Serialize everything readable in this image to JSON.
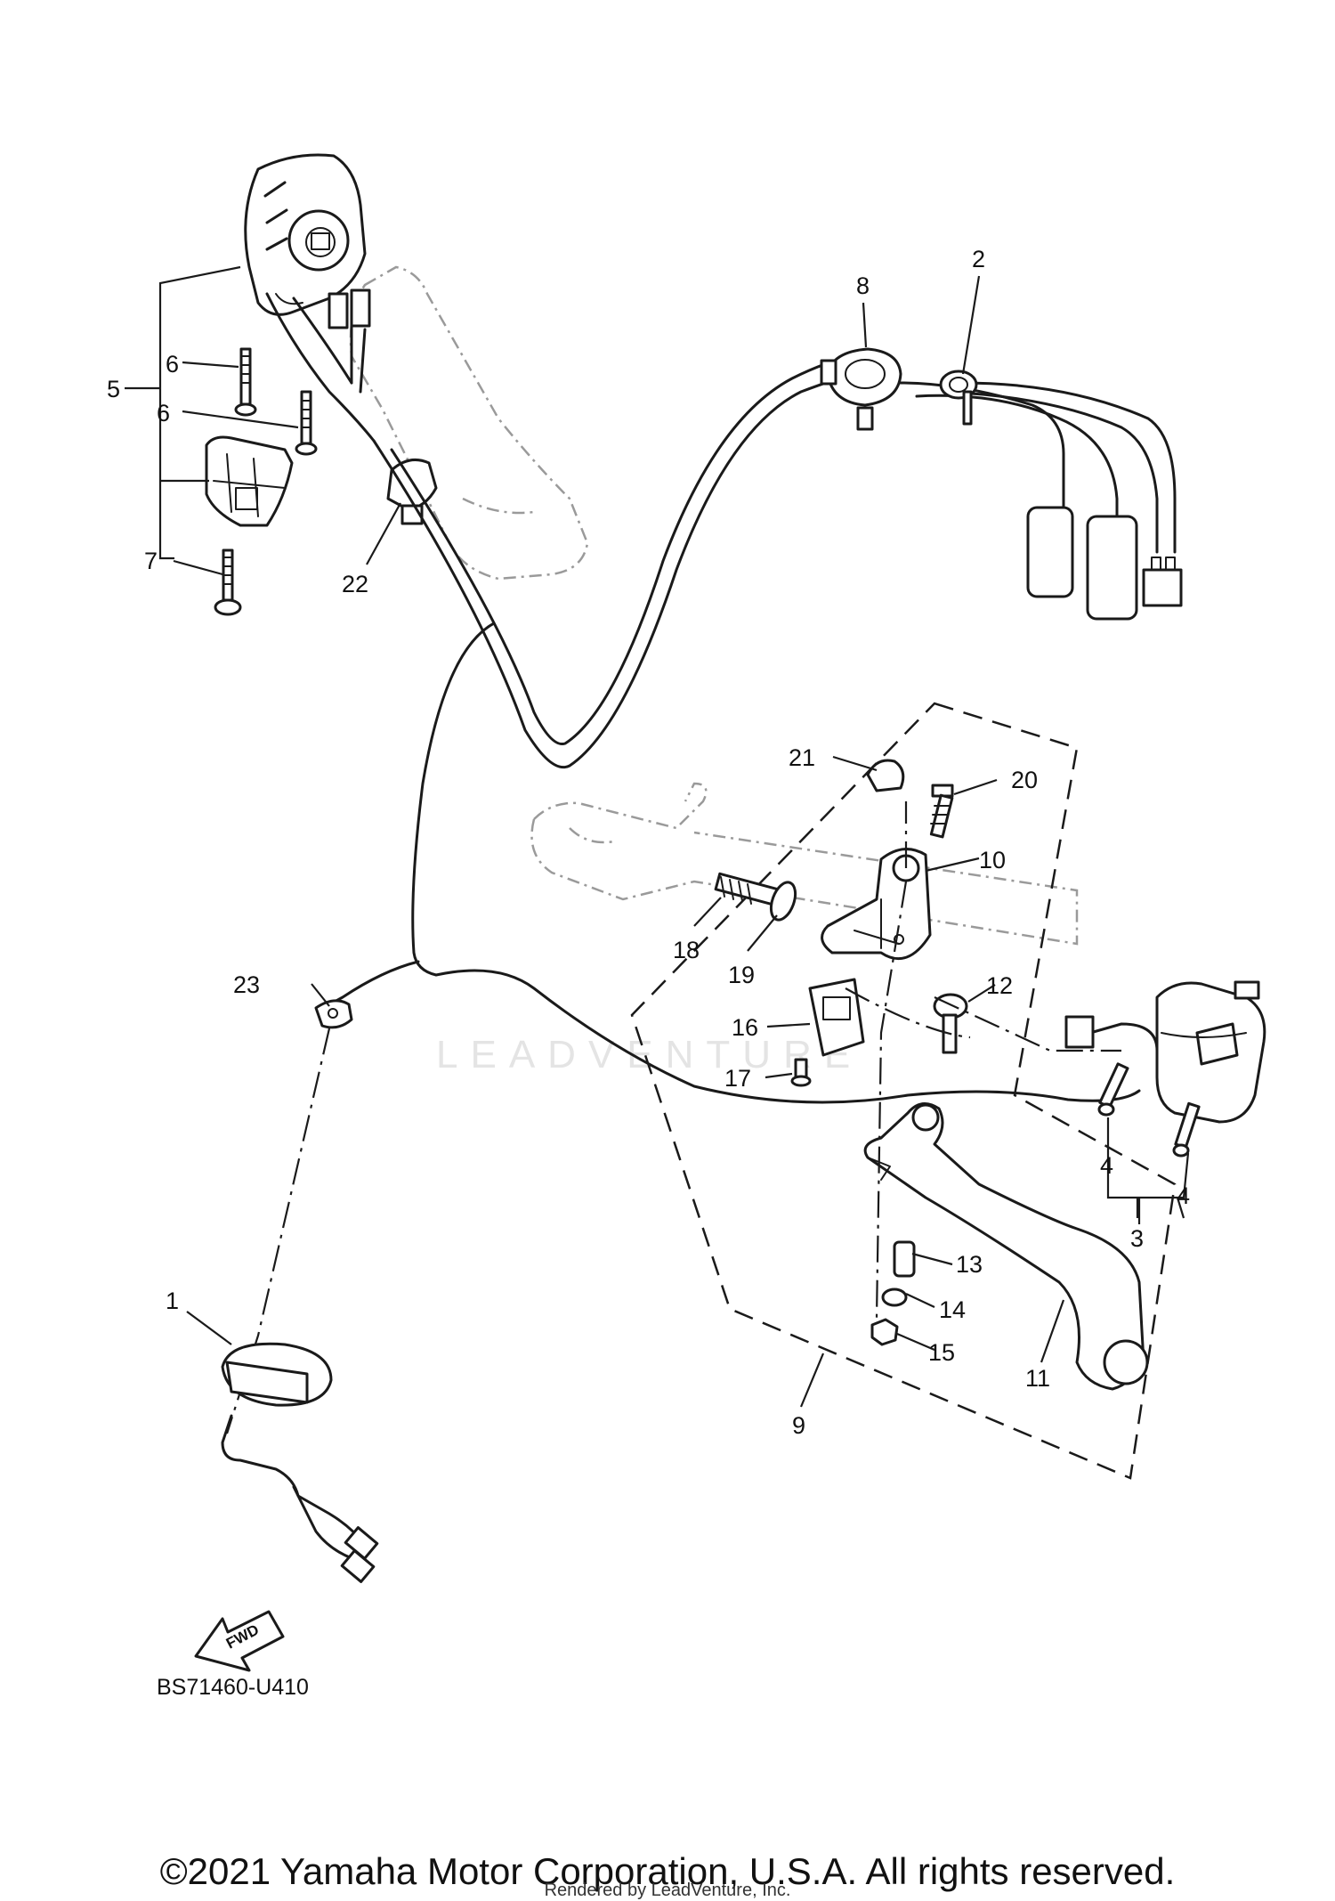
{
  "diagram": {
    "diagram_code": "BS71460-U410",
    "fwd_label": "FWD",
    "watermark_text": "LEADVENTURE",
    "callouts": [
      {
        "id": "c1",
        "text": "1"
      },
      {
        "id": "c2",
        "text": "2"
      },
      {
        "id": "c3",
        "text": "3"
      },
      {
        "id": "c4a",
        "text": "4"
      },
      {
        "id": "c4b",
        "text": "4"
      },
      {
        "id": "c5",
        "text": "5"
      },
      {
        "id": "c6a",
        "text": "6"
      },
      {
        "id": "c6b",
        "text": "6"
      },
      {
        "id": "c7",
        "text": "7"
      },
      {
        "id": "c8",
        "text": "8"
      },
      {
        "id": "c9",
        "text": "9"
      },
      {
        "id": "c10",
        "text": "10"
      },
      {
        "id": "c11",
        "text": "11"
      },
      {
        "id": "c12",
        "text": "12"
      },
      {
        "id": "c13",
        "text": "13"
      },
      {
        "id": "c14",
        "text": "14"
      },
      {
        "id": "c15",
        "text": "15"
      },
      {
        "id": "c16",
        "text": "16"
      },
      {
        "id": "c17",
        "text": "17"
      },
      {
        "id": "c18",
        "text": "18"
      },
      {
        "id": "c19",
        "text": "19"
      },
      {
        "id": "c20",
        "text": "20"
      },
      {
        "id": "c21",
        "text": "21"
      },
      {
        "id": "c22",
        "text": "22"
      },
      {
        "id": "c23",
        "text": "23"
      }
    ]
  },
  "footer": {
    "copyright": "©2021 Yamaha Motor Corporation, U.S.A. All rights reserved.",
    "rendered_by": "Rendered by LeadVenture, Inc."
  }
}
